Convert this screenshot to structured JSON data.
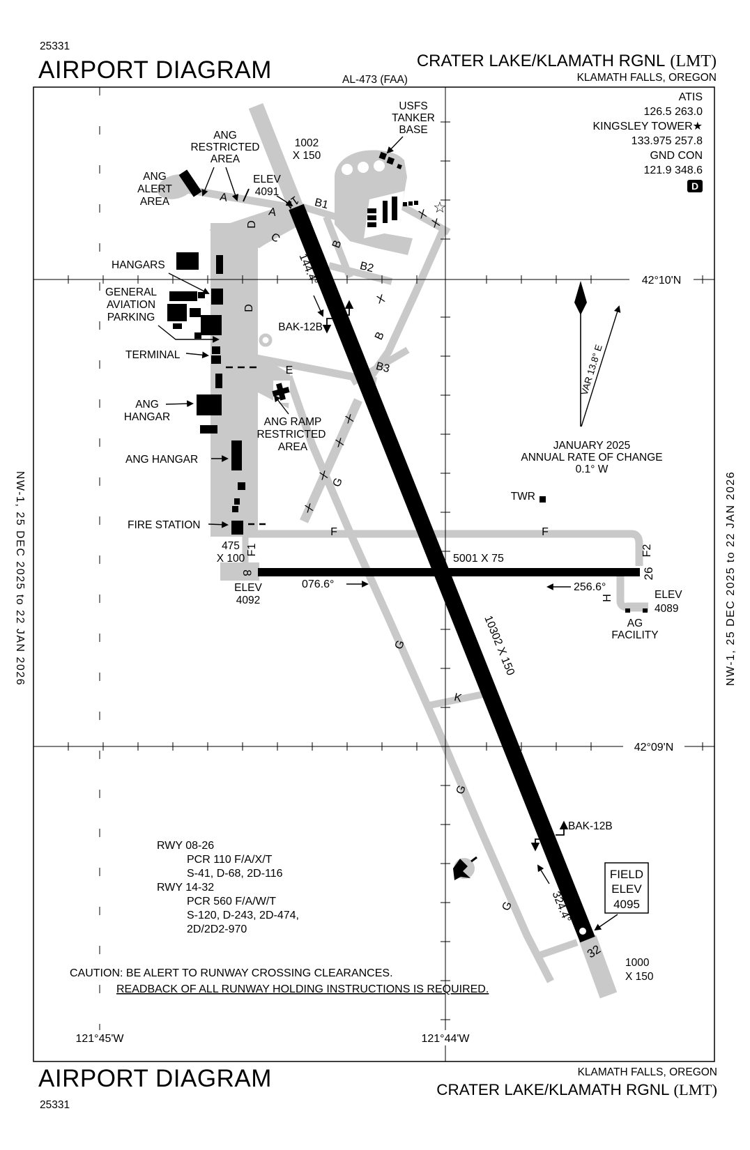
{
  "header": {
    "chart_number": "25331",
    "title": "AIRPORT DIAGRAM",
    "procedure": "AL-473 (FAA)",
    "airport": "CRATER LAKE/KLAMATH RGNL",
    "code": "(LMT)",
    "city": "KLAMATH FALLS, OREGON"
  },
  "footer": {
    "chart_number": "25331",
    "title": "AIRPORT DIAGRAM",
    "airport": "CRATER LAKE/KLAMATH RGNL",
    "code": "(LMT)",
    "city": "KLAMATH FALLS, OREGON"
  },
  "sidebars": {
    "left": "NW-1,  25 DEC 2025  to  22 JAN 2026",
    "right": "NW-1,  25 DEC 2025  to  22 JAN 2026"
  },
  "comms": {
    "atis_label": "ATIS",
    "atis_freq": "126.5  263.0",
    "twr_label": "KINGSLEY TOWER★",
    "twr_freq": "133.975  257.8",
    "gnd_label": "GND CON",
    "gnd_freq": "121.9  348.6",
    "hot_spot_symbol": "D"
  },
  "grid": {
    "lat_top": "42°10'N",
    "lat_bottom": "42°09'N",
    "lon_left": "121°45'W",
    "lon_right": "121°44'W"
  },
  "features": {
    "usfs": [
      "USFS",
      "TANKER",
      "BASE"
    ],
    "ang_restricted": [
      "ANG",
      "RESTRICTED",
      "AREA"
    ],
    "ang_alert": [
      "ANG",
      "ALERT",
      "AREA"
    ],
    "hangars": "HANGARS",
    "ga_parking": [
      "GENERAL",
      "AVIATION",
      "PARKING"
    ],
    "terminal": "TERMINAL",
    "ang_hangar": [
      "ANG",
      "HANGAR"
    ],
    "ang_ramp": [
      "ANG RAMP",
      "RESTRICTED",
      "AREA"
    ],
    "ang_hangar2": "ANG HANGAR",
    "fire_station": "FIRE STATION",
    "twr": "TWR",
    "ag_facility": [
      "AG",
      "FACILITY"
    ],
    "bak12b": "BAK-12B"
  },
  "variation": {
    "date": "JANUARY 2025",
    "rate_label": "ANNUAL RATE OF CHANGE",
    "rate_value": "0.1° W",
    "var_label": "VAR 13.8° E"
  },
  "elevations": {
    "rwy14": [
      "ELEV",
      "4091"
    ],
    "rwy8": [
      "ELEV",
      "4092"
    ],
    "rwy26": [
      "ELEV",
      "4089"
    ],
    "field": [
      "FIELD",
      "ELEV",
      "4095"
    ]
  },
  "runway_dims": {
    "rwy_0826": "5001 X 75",
    "rwy_1432": "10302 X 150",
    "overrun_14": [
      "1002",
      "X 150"
    ],
    "overrun_8": [
      "475",
      "X 100"
    ],
    "overrun_32": [
      "1000",
      "X 150"
    ]
  },
  "headings": {
    "h076": "076.6°",
    "h256": "256.6°",
    "h144": "144.4°",
    "h324": "324.4°"
  },
  "runway_ends": {
    "e14": "14",
    "e32": "32",
    "e8": "8",
    "e26": "26"
  },
  "taxiways": {
    "a": "A",
    "b": "B",
    "b1": "B1",
    "b2": "B2",
    "b3": "B3",
    "c": "C",
    "d": "D",
    "e": "E",
    "f": "F",
    "f1": "F1",
    "f2": "F2",
    "g": "G",
    "h": "H",
    "k": "K"
  },
  "runway_data": {
    "lines": [
      "RWY 08-26",
      "PCR 110 F/A/X/T",
      "S-41, D-68, 2D-116",
      "RWY 14-32",
      "PCR 560 F/A/W/T",
      "S-120, D-243, 2D-474,",
      "2D/2D2-970"
    ]
  },
  "caution": {
    "line1": "CAUTION: BE ALERT TO RUNWAY CROSSING CLEARANCES.",
    "line2": "READBACK OF ALL RUNWAY HOLDING INSTRUCTIONS IS REQUIRED."
  },
  "symbols": {
    "closed_x": "X",
    "star": "☆"
  },
  "colors": {
    "taxiway": "#c9c9c9",
    "ink": "#000000"
  }
}
